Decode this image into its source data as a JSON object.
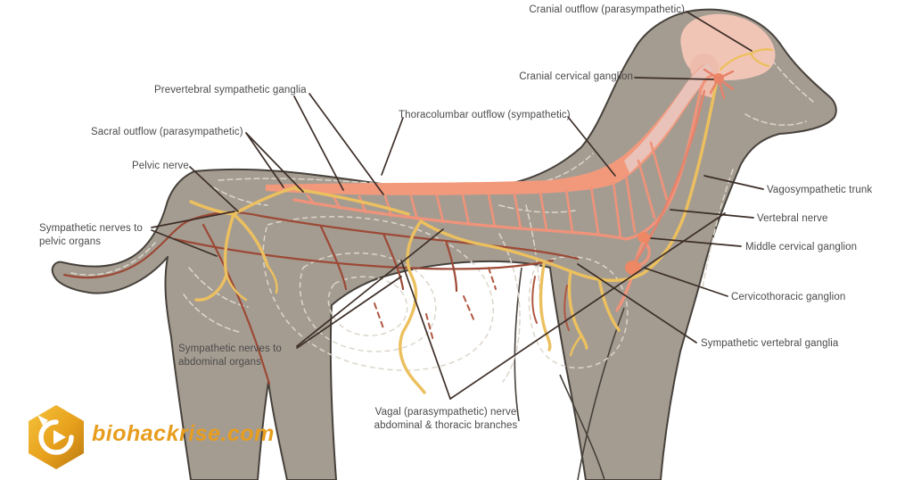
{
  "labels": {
    "cranial_outflow": "Cranial outflow (parasympathetic)",
    "cranial_cervical_ganglion": "Cranial cervical ganglion",
    "prevertebral_sympathetic_ganglia": "Prevertebral sympathetic ganglia",
    "thoracolumbar_outflow": "Thoracolumbar outflow (sympathetic)",
    "sacral_outflow": "Sacral outflow (parasympathetic)",
    "pelvic_nerve": "Pelvic nerve",
    "sympathetic_nerves_pelvic": "Sympathetic nerves to pelvic organs",
    "vagosympathetic_trunk": "Vagosympathetic trunk",
    "vertebral_nerve": "Vertebral nerve",
    "middle_cervical_ganglion": "Middle cervical ganglion",
    "cervicothoracic_ganglion": "Cervicothoracic ganglion",
    "sympathetic_vertebral_ganglia": "Sympathetic vertebral ganglia",
    "sympathetic_nerves_abdominal": "Sympathetic nerves to abdominal organs",
    "vagal_nerve_branches": "Vagal (parasympathetic) nerve abdominal & thoracic branches"
  },
  "watermark": {
    "site": "biohackrise.com"
  },
  "colors": {
    "c-bg": "#ffffff",
    "c-body": "#a59c91",
    "c-outline": "#46413b",
    "c-dash": "#dcd6ca",
    "c-brain": "#f1c5b6",
    "c-brain2": "#eebcac",
    "c-cord": "#f2997c",
    "c-cordpink": "#e9c2ba",
    "c-chain": "#f0937a",
    "c-ganglion": "#ee8763",
    "c-vertnerve": "#e8826a",
    "c-yellow": "#ecc05e",
    "c-red": "#9c4936",
    "c-red2": "#b05740",
    "c-pointer": "#3c2e28",
    "c-label": "#4a4a4a",
    "c-gold": "#e79d1e",
    "c-gold-dark": "#b97912",
    "c-gold-light": "#f5c33c"
  }
}
